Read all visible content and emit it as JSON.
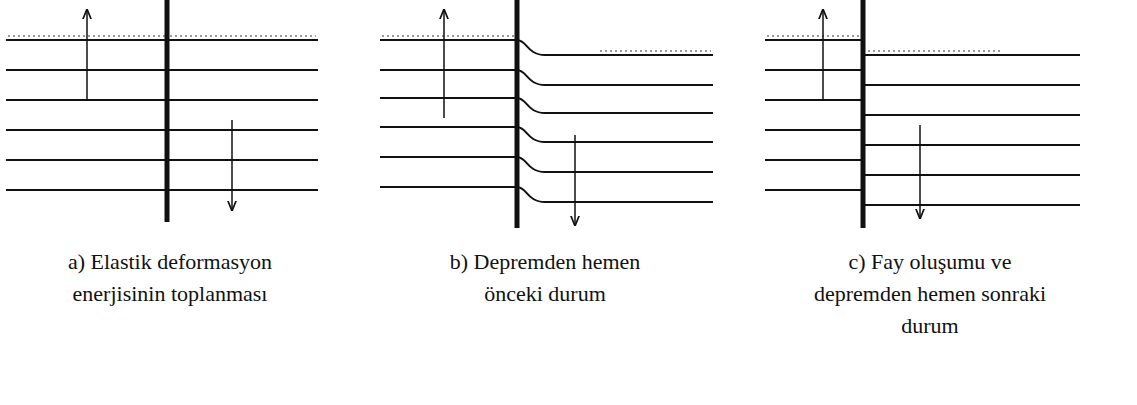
{
  "diagram": {
    "labels": [
      "a) Elastik deformasyon enerjisinin toplanması",
      "b) Depremden hemen önceki durum",
      "c) Fay oluşumu ve depremden hemen sonraki durum"
    ]
  }
}
